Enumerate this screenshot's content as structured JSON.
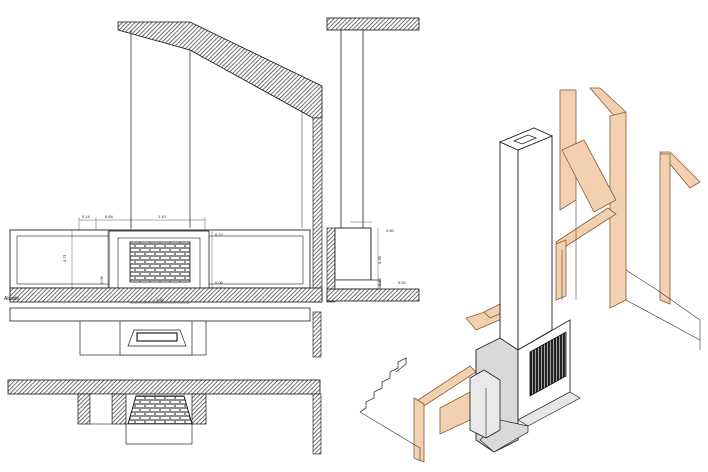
{
  "drawing": {
    "elevation_label": "Alçado",
    "dimensions": {
      "front_top": [
        "0.14",
        "0.84",
        "1.10"
      ],
      "front_right_top": "0.72",
      "front_left_side": "0.71",
      "front_small": "0.06",
      "front_bottom": "1.40",
      "side_top": "0.50",
      "side_mid": "0.38",
      "side_low": "0.10",
      "side_bottom": "0.52"
    },
    "colors": {
      "wall_hatch": "#333333",
      "timber_frame": "#f2d0b0",
      "timber_edge": "#8a5a32",
      "chimney_fill": "#ffffff",
      "firebox_fill": "#d9d9d9",
      "grate": "#1a1a1a"
    }
  }
}
